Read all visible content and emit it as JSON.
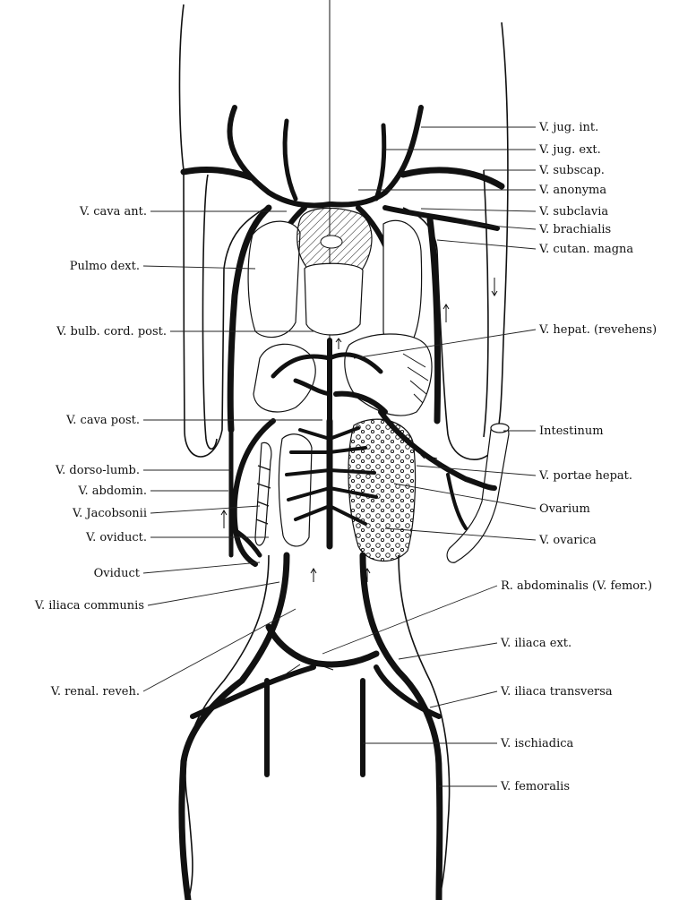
{
  "labels_right": [
    "V. jug. int.",
    "V. jug. ext.",
    "V. subscap.",
    "V. anonyma",
    "V. subclavia",
    "V. brachialis",
    "V. cutan. magna",
    "V. hepat. (revehens)",
    "Intestinum",
    "V. portae hepat.",
    "Ovarium",
    "V. ovarica",
    "R. abdominalis (V. femor.)",
    "V. iliaca ext.",
    "V. iliaca transversa",
    "V. ischiadica",
    "V. femoralis"
  ],
  "labels_left": [
    "V. cava ant.",
    "Pulmo dext.",
    "V. bulb. cord. post.",
    "V. cava post.",
    "V. dorso-lumb.",
    "V. abdomin.",
    "V. Jacobsonii",
    "V. oviduct.",
    "Oviduct",
    "V. iliaca communis",
    "V. renal. reveh."
  ]
}
